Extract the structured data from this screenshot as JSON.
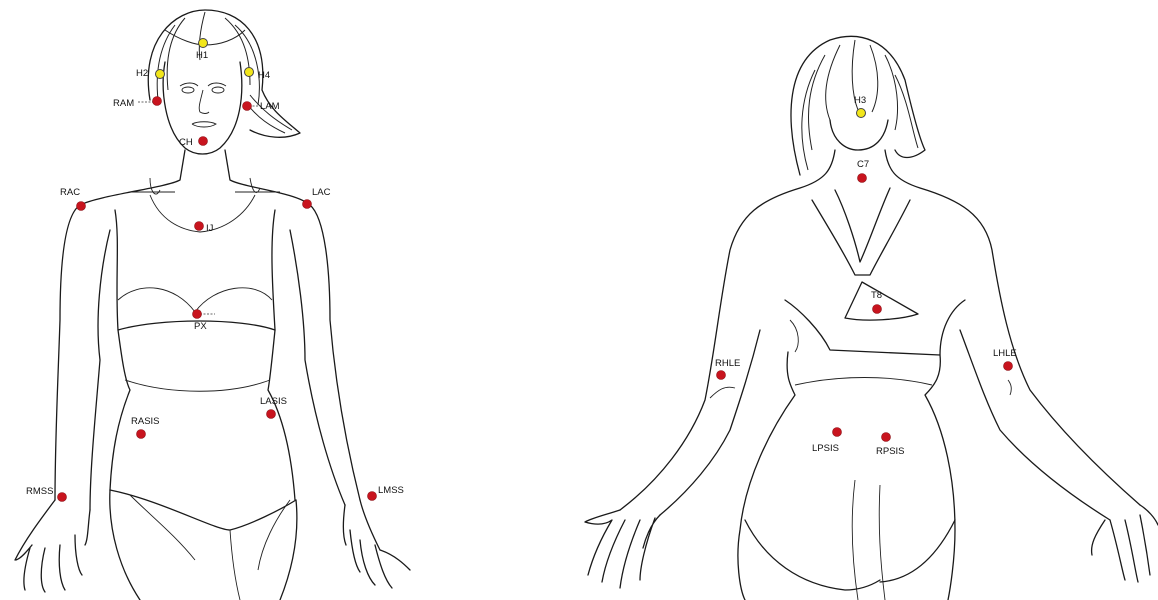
{
  "colors": {
    "red_marker": "#c8141e",
    "yellow_marker": "#f2e61a",
    "line": "#1a1a1a",
    "background": "#ffffff"
  },
  "front": {
    "markers": [
      {
        "id": "H1",
        "label": "H1",
        "color": "yellow"
      },
      {
        "id": "H2",
        "label": "H2",
        "color": "yellow"
      },
      {
        "id": "H4",
        "label": "H4",
        "color": "yellow"
      },
      {
        "id": "RAM",
        "label": "RAM",
        "color": "red"
      },
      {
        "id": "LAM",
        "label": "LAM",
        "color": "red"
      },
      {
        "id": "CH",
        "label": "CH",
        "color": "red"
      },
      {
        "id": "RAC",
        "label": "RAC",
        "color": "red"
      },
      {
        "id": "LAC",
        "label": "LAC",
        "color": "red"
      },
      {
        "id": "IJ",
        "label": "IJ",
        "color": "red"
      },
      {
        "id": "PX",
        "label": "PX",
        "color": "red"
      },
      {
        "id": "RASIS",
        "label": "RASIS",
        "color": "red"
      },
      {
        "id": "LASIS",
        "label": "LASIS",
        "color": "red"
      },
      {
        "id": "RMSS",
        "label": "RMSS",
        "color": "red"
      },
      {
        "id": "LMSS",
        "label": "LMSS",
        "color": "red"
      }
    ]
  },
  "back": {
    "markers": [
      {
        "id": "H3",
        "label": "H3",
        "color": "yellow"
      },
      {
        "id": "C7",
        "label": "C7",
        "color": "red"
      },
      {
        "id": "T8",
        "label": "T8",
        "color": "red"
      },
      {
        "id": "RHLE",
        "label": "RHLE",
        "color": "red"
      },
      {
        "id": "LHLE",
        "label": "LHLE",
        "color": "red"
      },
      {
        "id": "LPSIS",
        "label": "LPSIS",
        "color": "red"
      },
      {
        "id": "RPSIS",
        "label": "RPSIS",
        "color": "red"
      }
    ]
  }
}
